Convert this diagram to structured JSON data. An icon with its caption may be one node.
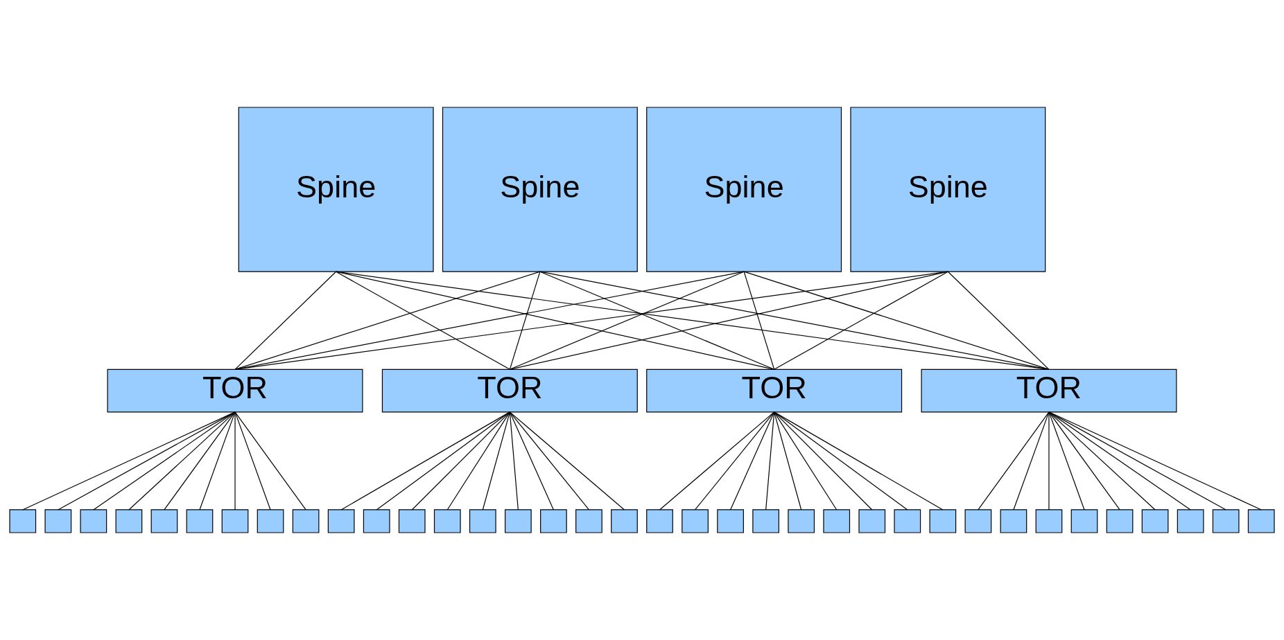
{
  "diagram": {
    "nodes": [
      {
        "text": [
          "Spine"
        ]
      },
      {
        "text": [
          "Spine"
        ]
      },
      {
        "text": [
          "Spine"
        ]
      },
      {
        "text": [
          "Spine"
        ]
      },
      {
        "text": [
          "TOR"
        ]
      },
      {
        "text": [
          "TOR"
        ]
      },
      {
        "text": [
          "TOR"
        ]
      },
      {
        "text": [
          "TOR"
        ]
      },
      {
        "text": [],
        "shape": "box"
      },
      {
        "text": [],
        "shape": "box"
      },
      {
        "text": [],
        "shape": "box"
      },
      {
        "text": [],
        "shape": "box"
      },
      {
        "text": [],
        "shape": "box"
      },
      {
        "text": [],
        "shape": "box"
      },
      {
        "text": [],
        "shape": "box"
      },
      {
        "text": [],
        "shape": "box"
      },
      {
        "text": [],
        "shape": "box"
      },
      {
        "text": [],
        "shape": "box"
      },
      {
        "text": [],
        "shape": "box"
      },
      {
        "text": [],
        "shape": "box"
      },
      {
        "text": [],
        "shape": "box"
      },
      {
        "text": [],
        "shape": "box"
      },
      {
        "text": [],
        "shape": "box"
      },
      {
        "text": [],
        "shape": "box"
      },
      {
        "text": [],
        "shape": "box"
      },
      {
        "text": [],
        "shape": "box"
      },
      {
        "text": [],
        "shape": "box"
      },
      {
        "text": [],
        "shape": "box"
      },
      {
        "text": [],
        "shape": "box"
      },
      {
        "text": [],
        "shape": "box"
      },
      {
        "text": [],
        "shape": "box"
      },
      {
        "text": [],
        "shape": "box"
      },
      {
        "text": [],
        "shape": "box"
      },
      {
        "text": [],
        "shape": "box"
      },
      {
        "text": [],
        "shape": "box"
      },
      {
        "text": [],
        "shape": "box"
      },
      {
        "text": [],
        "shape": "box"
      },
      {
        "text": [],
        "shape": "box"
      },
      {
        "text": [],
        "shape": "box"
      },
      {
        "text": [],
        "shape": "box"
      },
      {
        "text": [],
        "shape": "box"
      },
      {
        "text": [],
        "shape": "box"
      },
      {
        "text": [],
        "shape": "box"
      },
      {
        "text": [],
        "shape": "box"
      }
    ],
    "edges": [
      {
        "from": 0,
        "to": 4,
        "arrow": "none"
      },
      {
        "from": 0,
        "to": 5,
        "arrow": "none"
      },
      {
        "from": 0,
        "to": 6,
        "arrow": "none"
      },
      {
        "from": 0,
        "to": 7,
        "arrow": "none"
      },
      {
        "from": 1,
        "to": 4,
        "arrow": "none"
      },
      {
        "from": 1,
        "to": 5,
        "arrow": "none"
      },
      {
        "from": 1,
        "to": 6,
        "arrow": "none"
      },
      {
        "from": 1,
        "to": 7,
        "arrow": "none"
      },
      {
        "from": 2,
        "to": 4,
        "arrow": "none"
      },
      {
        "from": 2,
        "to": 5,
        "arrow": "none"
      },
      {
        "from": 2,
        "to": 6,
        "arrow": "none"
      },
      {
        "from": 2,
        "to": 7,
        "arrow": "none"
      },
      {
        "from": 3,
        "to": 4,
        "arrow": "none"
      },
      {
        "from": 3,
        "to": 5,
        "arrow": "none"
      },
      {
        "from": 3,
        "to": 6,
        "arrow": "none"
      },
      {
        "from": 3,
        "to": 7,
        "arrow": "none"
      },
      {
        "from": 4,
        "to": 8,
        "arrow": "none"
      },
      {
        "from": 4,
        "to": 9,
        "arrow": "none"
      },
      {
        "from": 4,
        "to": 10,
        "arrow": "none"
      },
      {
        "from": 4,
        "to": 11,
        "arrow": "none"
      },
      {
        "from": 4,
        "to": 12,
        "arrow": "none"
      },
      {
        "from": 4,
        "to": 13,
        "arrow": "none"
      },
      {
        "from": 4,
        "to": 14,
        "arrow": "none"
      },
      {
        "from": 4,
        "to": 15,
        "arrow": "none"
      },
      {
        "from": 4,
        "to": 16,
        "arrow": "none"
      },
      {
        "from": 5,
        "to": 17,
        "arrow": "none"
      },
      {
        "from": 5,
        "to": 18,
        "arrow": "none"
      },
      {
        "from": 5,
        "to": 19,
        "arrow": "none"
      },
      {
        "from": 5,
        "to": 20,
        "arrow": "none"
      },
      {
        "from": 5,
        "to": 21,
        "arrow": "none"
      },
      {
        "from": 5,
        "to": 22,
        "arrow": "none"
      },
      {
        "from": 5,
        "to": 23,
        "arrow": "none"
      },
      {
        "from": 5,
        "to": 24,
        "arrow": "none"
      },
      {
        "from": 5,
        "to": 25,
        "arrow": "none"
      },
      {
        "from": 6,
        "to": 26,
        "arrow": "none"
      },
      {
        "from": 6,
        "to": 27,
        "arrow": "none"
      },
      {
        "from": 6,
        "to": 28,
        "arrow": "none"
      },
      {
        "from": 6,
        "to": 29,
        "arrow": "none"
      },
      {
        "from": 6,
        "to": 30,
        "arrow": "none"
      },
      {
        "from": 6,
        "to": 31,
        "arrow": "none"
      },
      {
        "from": 6,
        "to": 32,
        "arrow": "none"
      },
      {
        "from": 6,
        "to": 33,
        "arrow": "none"
      },
      {
        "from": 6,
        "to": 34,
        "arrow": "none"
      },
      {
        "from": 7,
        "to": 35,
        "arrow": "none"
      },
      {
        "from": 7,
        "to": 36,
        "arrow": "none"
      },
      {
        "from": 7,
        "to": 37,
        "arrow": "none"
      },
      {
        "from": 7,
        "to": 38,
        "arrow": "none"
      },
      {
        "from": 7,
        "to": 39,
        "arrow": "none"
      },
      {
        "from": 7,
        "to": 40,
        "arrow": "none"
      },
      {
        "from": 7,
        "to": 41,
        "arrow": "none"
      },
      {
        "from": 7,
        "to": 42,
        "arrow": "none"
      },
      {
        "from": 7,
        "to": 43,
        "arrow": "none"
      }
    ]
  }
}
